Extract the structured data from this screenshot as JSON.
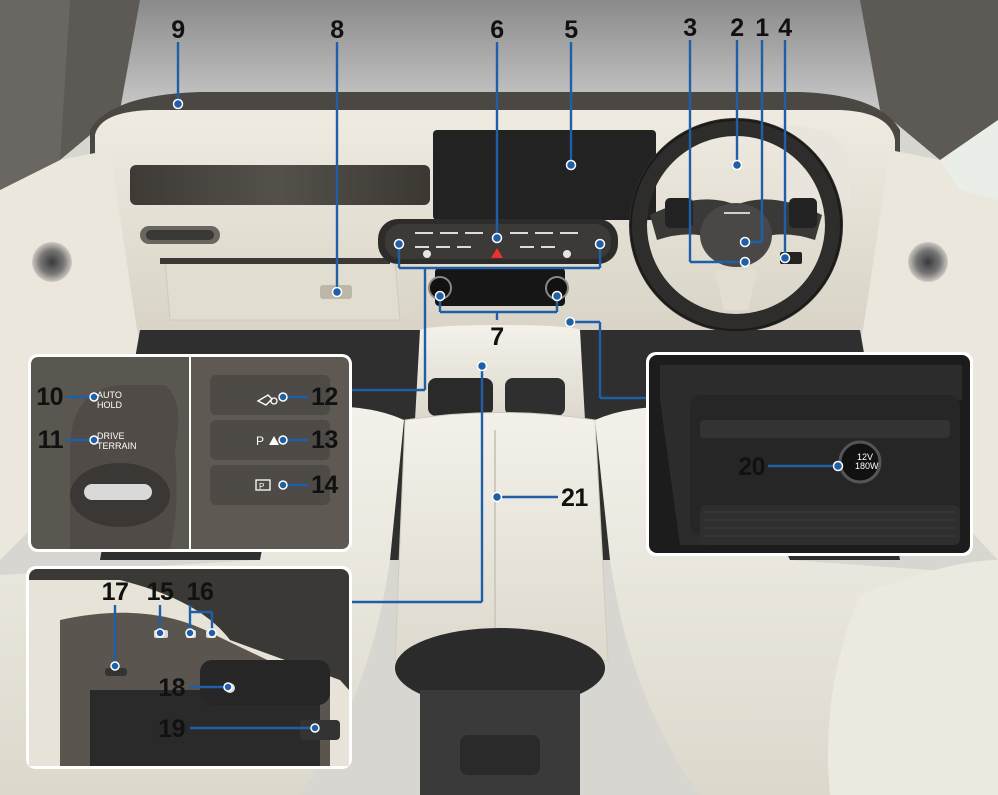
{
  "callouts": {
    "n1": "1",
    "n2": "2",
    "n3": "3",
    "n4": "4",
    "n5": "5",
    "n6": "6",
    "n7": "7",
    "n8": "8",
    "n9": "9",
    "n10": "10",
    "n11": "11",
    "n12": "12",
    "n13": "13",
    "n14": "14",
    "n15": "15",
    "n16": "16",
    "n17": "17",
    "n18": "18",
    "n19": "19",
    "n20": "20",
    "n21": "21"
  },
  "inset_labels": {
    "auto": "AUTO",
    "hold": "HOLD",
    "drive": "DRIVE",
    "terrain": "TERRAIN",
    "socket_12v": "12V",
    "socket_watt": "180W"
  },
  "icons": {
    "parking_camera": "camera-icon",
    "parking_assist": "parking-assist-icon",
    "parking_view": "parking-view-icon",
    "hazard": "hazard-warning-icon",
    "usb": "usb-icon"
  },
  "colors": {
    "leader": "#1f5fa8",
    "hazard": "#e8322b"
  }
}
